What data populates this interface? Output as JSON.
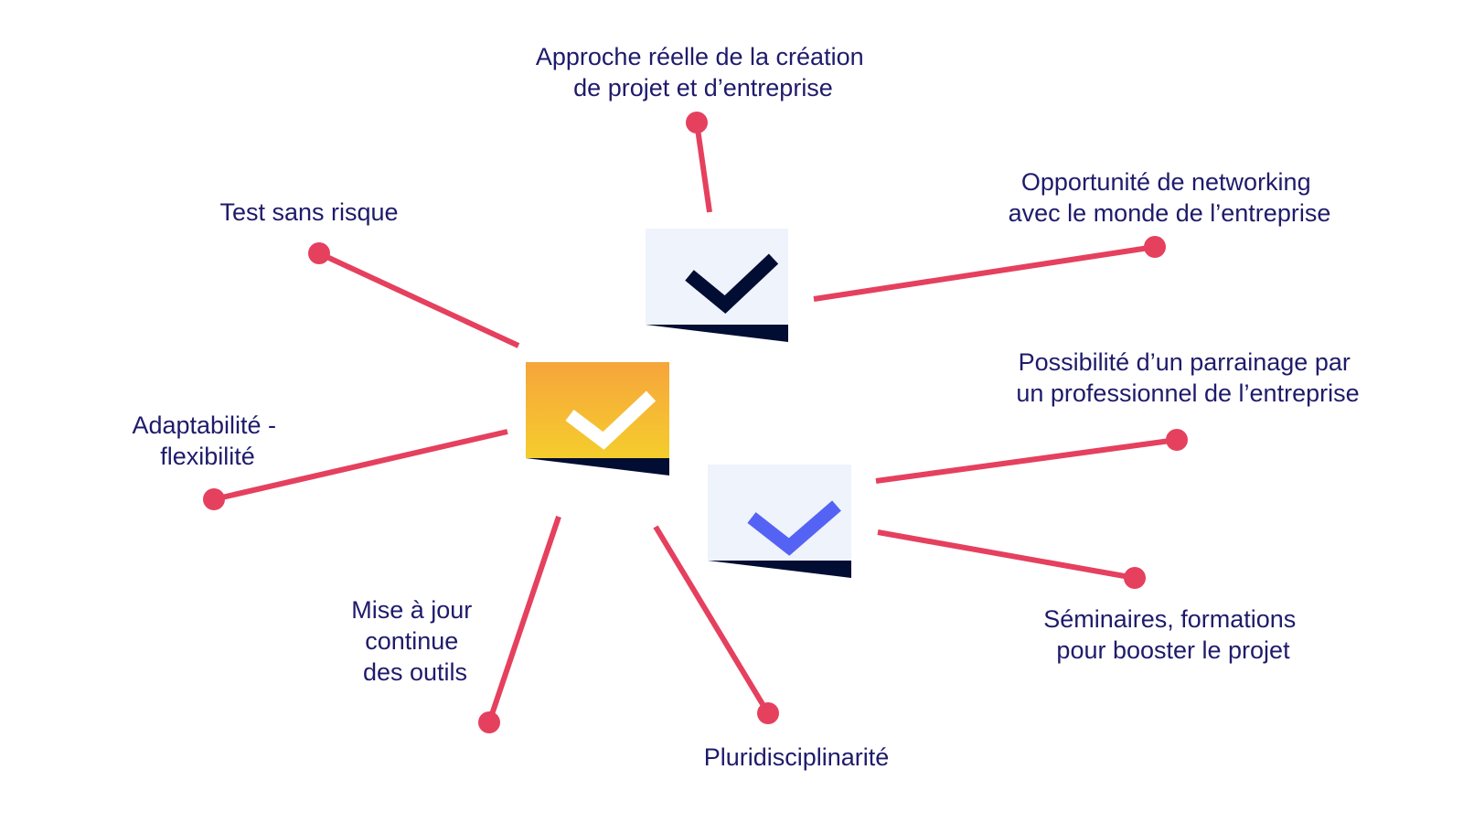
{
  "colors": {
    "connector": "#e5405e",
    "text": "#1e1b6b",
    "card_light": "#eff3fb",
    "card_shadow": "#020d33",
    "check_dark": "#020d33",
    "check_blue": "#5563f5",
    "orange_top": "#f6a53b",
    "orange_bottom": "#f5cd2d"
  },
  "cards": [
    {
      "name": "checkbox-card-dark",
      "icon": "check-icon"
    },
    {
      "name": "checkbox-card-orange",
      "icon": "check-icon"
    },
    {
      "name": "checkbox-card-blue",
      "icon": "check-icon"
    }
  ],
  "labels": {
    "approche": [
      "Approche réelle de la création",
      "de projet et d’entreprise"
    ],
    "networking": [
      "Opportunité de networking",
      "avec le monde de l’entreprise"
    ],
    "test": [
      "Test sans risque"
    ],
    "adaptabilite": [
      "Adaptabilité -",
      "flexibilité"
    ],
    "parrainage": [
      "Possibilité d’un parrainage par",
      "un professionnel de l’entreprise"
    ],
    "seminaires": [
      "Séminaires, formations",
      "pour booster le projet"
    ],
    "mise_a_jour": [
      "Mise à jour",
      "continue",
      "des outils"
    ],
    "pluri": [
      "Pluridisciplinarité"
    ]
  }
}
